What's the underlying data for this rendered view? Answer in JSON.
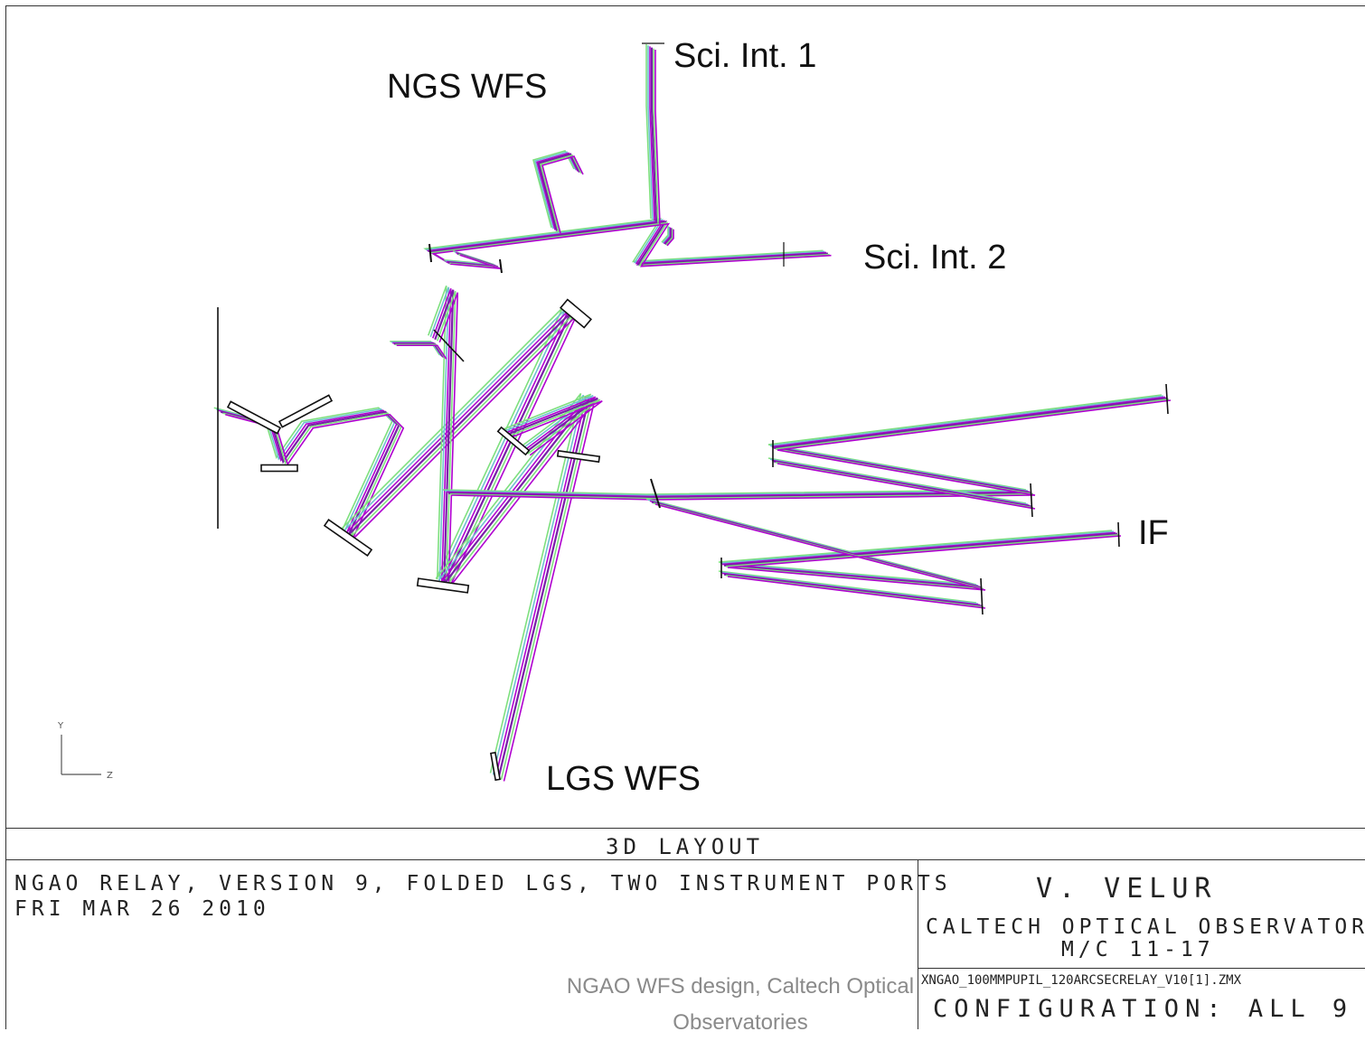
{
  "labels": {
    "ngs_wfs": "NGS WFS",
    "sci_int_1": "Sci. Int. 1",
    "sci_int_2": "Sci. Int. 2",
    "if": "IF",
    "lgs_wfs": "LGS WFS"
  },
  "axes": {
    "y": "Y",
    "z": "Z"
  },
  "title_block": {
    "heading": "3D LAYOUT",
    "description": "NGAO RELAY, VERSION 9, FOLDED LGS, TWO INSTRUMENT PORTS",
    "date": "FRI MAR 26 2010",
    "author": "V. VELUR",
    "org": "CALTECH OPTICAL OBSERVATORIES",
    "scale": "M/C 11-17",
    "file": "XNGAO_100MMPUPIL_120ARCSECRELAY_V10[1].ZMX",
    "config": "CONFIGURATION: ALL 9"
  },
  "footer_note": "NGAO WFS design, Caltech Optical Observatories",
  "colors": {
    "ray_magenta": "#b000d0",
    "ray_purple": "#7a1fa8",
    "ray_green": "#7ee07e",
    "ray_cyan": "#6fc0d0",
    "ray_orange": "#d8a040",
    "optic": "#111111"
  }
}
